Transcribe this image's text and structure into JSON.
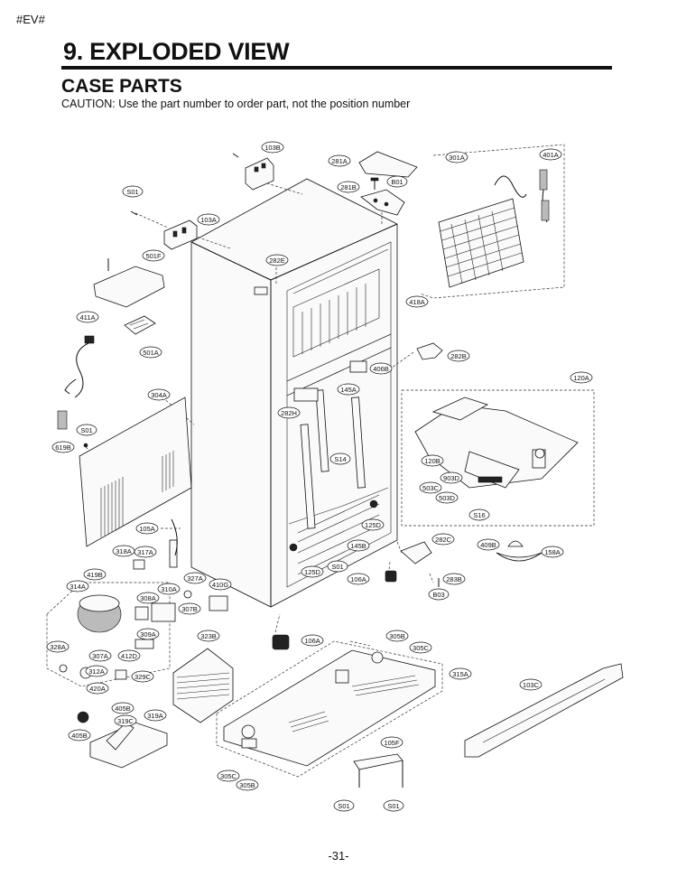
{
  "header_tag": "#EV#",
  "section_title": "9. EXPLODED VIEW",
  "subsection_title": "CASE PARTS",
  "caution": "CAUTION: Use the part number to order part, not the position number",
  "page_number": "-31-",
  "labels": [
    "103B",
    "281A",
    "301A",
    "401A",
    "B01",
    "S01",
    "281B",
    "103A",
    "501F",
    "282E",
    "418A",
    "411A",
    "501A",
    "282B",
    "406B",
    "120A",
    "145A",
    "304A",
    "282H",
    "S01",
    "619B",
    "S14",
    "120B",
    "903D",
    "503C",
    "503D",
    "125D",
    "S16",
    "105A",
    "145B",
    "282C",
    "318A",
    "317A",
    "409B",
    "158A",
    "125D",
    "S01",
    "419B",
    "327A",
    "106A",
    "283B",
    "314A",
    "310A",
    "410G",
    "B03",
    "308A",
    "307B",
    "323B",
    "305B",
    "106A",
    "305C",
    "309A",
    "328A",
    "307A",
    "412D",
    "315A",
    "312A",
    "329C",
    "103C",
    "420A",
    "405B",
    "319A",
    "319C",
    "405B",
    "105F",
    "305C",
    "305B",
    "S01",
    "S01"
  ]
}
